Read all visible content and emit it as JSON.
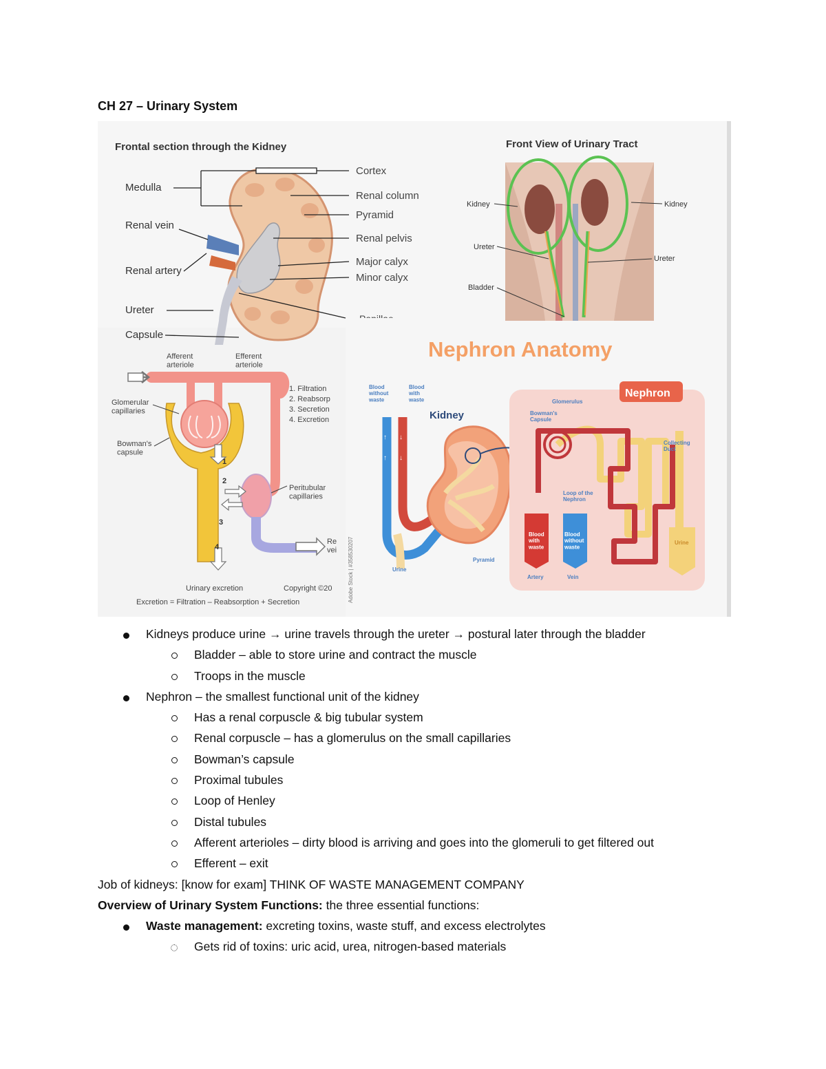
{
  "doc": {
    "title": "CH 27 – Urinary System"
  },
  "figure": {
    "kidney_section": {
      "title": "Frontal section through the Kidney",
      "left_labels": [
        "Medulla",
        "Renal vein",
        "Renal artery",
        "Ureter",
        "Capsule"
      ],
      "right_labels": [
        "Cortex",
        "Renal column",
        "Pyramid",
        "Renal pelvis",
        "Major calyx",
        "Minor calyx",
        "Papillae"
      ]
    },
    "urinary_tract": {
      "title": "Front View of Urinary Tract",
      "labels": {
        "kidney_left": "Kidney",
        "kidney_right": "Kidney",
        "ureter_left": "Ureter",
        "ureter_right": "Ureter",
        "bladder": "Bladder"
      }
    },
    "nephron_process": {
      "afferent": "Afferent\narteriole",
      "efferent": "Efferent\narteriole",
      "steps": [
        "1. Filtration",
        "2. Reabsorp",
        "3. Secretion",
        "4. Excretion"
      ],
      "glomerular": "Glomerular\ncapillaries",
      "bowmans": "Bowman's\ncapsule",
      "peritubular": "Peritubular\ncapillaries",
      "renal_vein_partial": "Re\nvei",
      "urinary_excretion": "Urinary excretion",
      "copyright": "Copyright ©20",
      "formula": "Excretion = Filtration – Reabsorption + Secretion",
      "watermark": "Adobe Stock | #358530207",
      "step_nums": [
        "1",
        "2",
        "3",
        "4"
      ]
    },
    "nephron_anatomy": {
      "title": "Nephron Anatomy",
      "kidney_label": "Kidney",
      "nephron_label": "Nephron",
      "blood_without_waste": "Blood\nwithout\nwaste",
      "blood_with_waste": "Blood\nwith\nwaste",
      "urine": "Urine",
      "pyramid": "Pyramid",
      "glomerulus": "Glomerulus",
      "bowmans": "Bowman's\nCapsule",
      "loop": "Loop of the\nNephron",
      "collecting": "Collecting\nDuct",
      "artery_box": "Blood\nwith\nwaste",
      "vein_box": "Blood\nwithout\nwaste",
      "urine_box": "Urine",
      "artery": "Artery",
      "vein": "Vein"
    }
  },
  "notes": {
    "b1": "Kidneys produce urine → urine travels through the ureter → postural later through the bladder",
    "b1_s1": "Bladder – able to store urine and contract the muscle",
    "b1_s2": "Troops in the muscle",
    "b2": "Nephron – the smallest functional unit of the kidney",
    "b2_s1": "Has a renal corpuscle & big tubular system",
    "b2_s2": "Renal corpuscle – has a glomerulus on the small capillaries",
    "b2_s3": "Bowman’s capsule",
    "b2_s4": "Proximal tubules",
    "b2_s5": "Loop of Henley",
    "b2_s6": "Distal tubules",
    "b2_s7": "Afferent arterioles – dirty blood is arriving and goes into the glomeruli to get filtered out",
    "b2_s8": "Efferent – exit",
    "job": "Job of kidneys: [know for exam] THINK OF WASTE MANAGEMENT COMPANY",
    "overview_bold": "Overview of Urinary System Functions:",
    "overview_rest": " the three essential functions:",
    "waste_bold": "Waste management:",
    "waste_rest": " excreting toxins, waste stuff, and excess electrolytes",
    "toxins": "Gets rid of toxins: uric acid, urea, nitrogen-based materials"
  }
}
